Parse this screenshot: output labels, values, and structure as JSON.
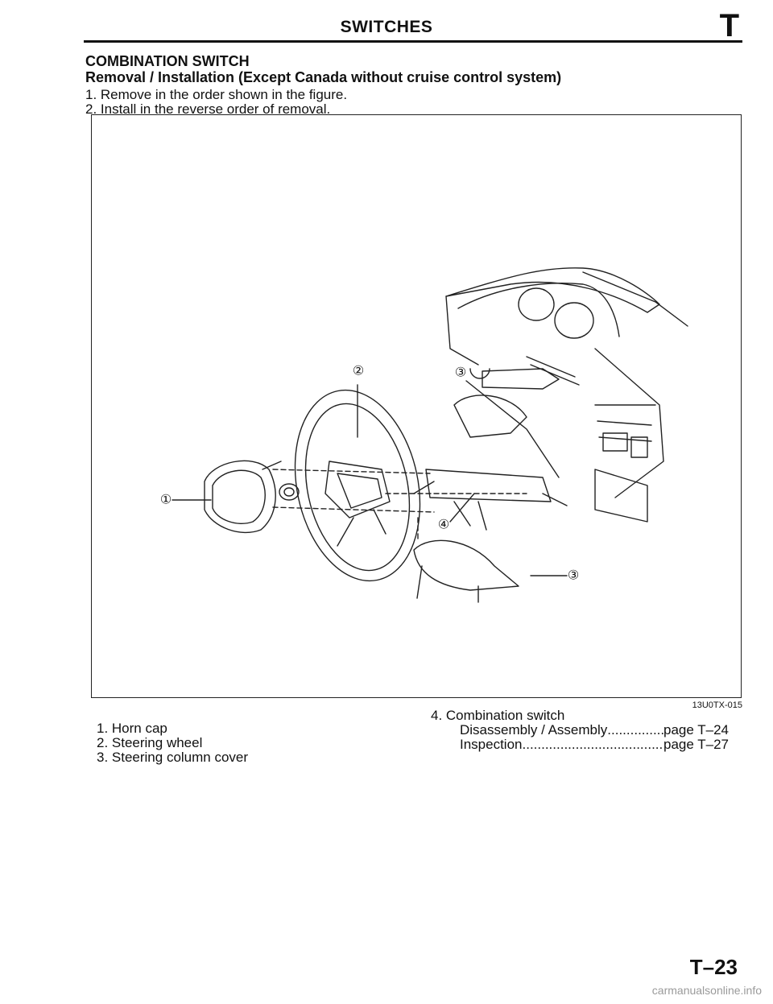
{
  "header": {
    "title": "SWITCHES",
    "section_letter": "T"
  },
  "section": {
    "heading": "COMBINATION SWITCH",
    "subheading": "Removal / Installation (Except Canada without cruise control system)",
    "steps": [
      "1. Remove in the order shown in the figure.",
      "2. Install in the reverse order of removal."
    ]
  },
  "figure": {
    "code": "13U0TX-015",
    "callouts": [
      "①",
      "②",
      "③",
      "③",
      "④"
    ]
  },
  "legend": {
    "left": [
      "1. Horn cap",
      "2. Steering wheel",
      "3. Steering column cover"
    ],
    "right": {
      "item": "4. Combination switch",
      "subitems": [
        {
          "label": "Disassembly / Assembly",
          "ref": "page T–24"
        },
        {
          "label": "Inspection",
          "ref": "page T–27"
        }
      ]
    }
  },
  "footer": {
    "page_number": "T–23",
    "watermark": "carmanualsonline.info"
  }
}
